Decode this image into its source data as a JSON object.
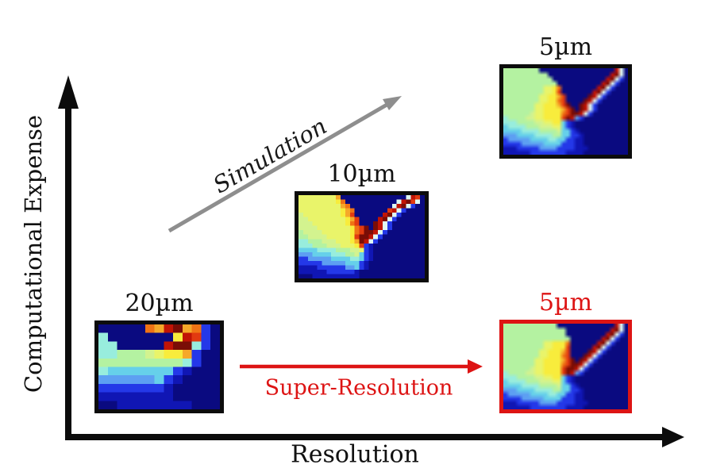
{
  "figure": {
    "y_axis_label": "Computational Expense",
    "x_axis_label": "Resolution",
    "simulation_label": "Simulation",
    "super_resolution_label": "Super-Resolution",
    "colors": {
      "axis_black": "#0c0c0c",
      "arrow_gray": "#8e8e8e",
      "accent_red": "#dd1414",
      "background": "#ffffff"
    }
  },
  "palette": {
    "n": "#0a0a80",
    "d": "#1016b4",
    "b": "#2438e8",
    "l": "#5d9ff2",
    "c": "#66d0ea",
    "C": "#98eddd",
    "g": "#b4f2a1",
    "G": "#d3f38f",
    "y": "#e9f46a",
    "Y": "#f8ec3c",
    "a": "#f6a829",
    "o": "#f07315",
    "r": "#e23a10",
    "R": "#c11405",
    "m": "#7a0d06",
    "w": "#dff8f3"
  },
  "heatmaps": [
    {
      "label": "20µm",
      "label_color": "#111111",
      "border_color": "#0c0c0c",
      "smooth": false,
      "grid": [
        "nnnnnoaRmaobn",
        "CnnnnnnnYRrbn",
        "CCnnnnnRmmCbn",
        "CCgggGyYYabnn",
        "gggggggggCbnn",
        "Ccccccccbdnnn",
        "llllllcbdnnnn",
        "bbbbbbbdnnnnn",
        "ddddddddnnnnn",
        "nnddddddddnnn"
      ]
    },
    {
      "label": "10µm",
      "label_color": "#111111",
      "border_color": "#0c0c0c",
      "smooth": false,
      "grid": [
        "yyyyyyyyannnnnnnnnnnnnnwRrn",
        "yyyyyyyyYonnnnnnnnnnnwRmrwn",
        "yyyyyyyyyaonnnnnnnnnwRmwbnn",
        "yyyyyyyyyYaonnnnnnnrRwbnnnn",
        "GyyyyyyyyYarnnnnnnRmwbnnnnn",
        "GGyyyyyyyyYarnnnnRmwbnnnnnn",
        "GGGyyyyyyyYornnnmRwbnnnnnnn",
        "GGGGyyyyyyyYormnmRwbnnnnnnn",
        "gGGGGyyyyyyYormmRwbnnnnnnnn",
        "ggGGGGyyyyyYrmmRwbnnnnnnnnn",
        "CCgggGGGyyyYamRwbnnnnnnnnnn",
        "CCCgggGGGyyyYrbdnnnnnnnnnnn",
        "ccccCCCCgggGGybdnnnnnnnnnnn",
        "lllccccCCCggGcbdnnnnnnnnnnn",
        "bblllllccccCCcbdnnnnnnnnnnn",
        "bbbbblllllcccbdnnnnnnnnnnnn",
        "ddddbbbbbbllcbdnnnnnnnnnnnn",
        "ddddddbbbbbbdnnnnnnnnnnnnnn",
        "nnnddddddddddnnnnnnnnnnnnnn"
      ]
    },
    {
      "label": "5µm",
      "label_color": "#111111",
      "border_color": "#0c0c0c",
      "smooth": true,
      "grid": [
        "ggggggggnnnnnnnnnnnnnnnnnRwn",
        "ggggggggggnnnnnnnnnnnnnnRmwn",
        "gggggggggggnnnnnnnnnnnnRmwbn",
        "ggggggggggggnnnnnnnnnnRmwbnn",
        "gggggggggyyYonnnnnnnnRmwbnnn",
        "gggggggggyyYrnnnnnnnRmwbnnnn",
        "ggggggggyyYYarnnnnnmRwbnnnnn",
        "ggggggggyyYYornnnnmRwbnnnnnn",
        "gggggggyyYYYarmnnmRwbnnnnnnn",
        "gggggggyyYYYYarmnmRwbnnnnnnn",
        "ggggggGyyYYYYormmRwbnnnnnnnn",
        "CggggGGyyYYYYrmRlbnnnnnnnnnn",
        "CCCggggGGyyYYcbdnnnnnnnnnnnn",
        "cCCCCgggGGGyycbdnnnnnnnnnnnn",
        "ccccCCCCggggGccbdnnnnnnnnnnn",
        "lllccccCCCCggccbbdnnnnnnnnnn",
        "blllllccccCCccbbddnnnnnnnnnn",
        "bbbblllllccccbbbddnnnnnnnnnn",
        "dddbbbbbllllbbbbdddnnnnnnnnn",
        "ddddddbbbbbbbbddddnnnnnnnnnn"
      ]
    },
    {
      "label": "5µm",
      "label_color": "#dd1414",
      "border_color": "#dd1414",
      "smooth": true,
      "grid": [
        "ggggggggggggnnnnnnnnnnnnnRwn",
        "ggggggggggggggnnnnnnnnnnRmwn",
        "ggggggggggggggnnnnnnnnnRmwbn",
        "gggggggggggggggnnnnnnnRmwbnn",
        "gggggggggyyYYYonnnnnnRmwbnnn",
        "gggggggggyyYYYrnnnnnRmwbnnnn",
        "ggggggggyyYYYarnnnnmRwbnnnnn",
        "ggggggggyyYYYornnnmRwbnnnnnn",
        "gggggggyyYYYYarmnmRwbnnnnnnn",
        "gggggggyyYYYYormmRwbnnnnnnnn",
        "ggggggGyyYYYYrmmRwbnnnnnnnnn",
        "CggggGGyyYYYYrmRlbnnnnnnnnnn",
        "CCCggggGGyyYYcbdnnnnnnnnnnnn",
        "cCCCCgggGGGyycbdnnnnnnnnnnnn",
        "ccccCCCCggggGccbdnnnnnnnnnnn",
        "lllccccCCCCggccbbdnnnnnnnnnn",
        "blllllccccCCccbbddnnnnnnnnnn",
        "bbbblllllccccbbbddnnnnnnnnnn",
        "dddbbbbbllllbbbbdddnnnnnnnnn",
        "ddddddbbbbbbbbddddnnnnnnnnnn"
      ]
    }
  ]
}
